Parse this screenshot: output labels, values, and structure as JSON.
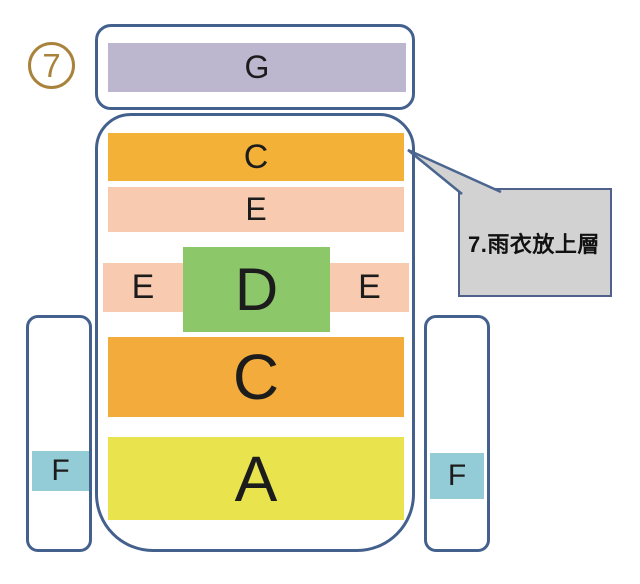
{
  "badge": {
    "number": "7"
  },
  "lid": {
    "label": "G"
  },
  "body": {
    "top_bar": {
      "label": "C"
    },
    "upper_bar": {
      "label": "E"
    },
    "middle_row": {
      "left_label": "E",
      "center_label": "D",
      "right_label": "E"
    },
    "lower_bar": {
      "label": "C"
    },
    "bottom_bar": {
      "label": "A"
    }
  },
  "pockets": {
    "left_label": "F",
    "right_label": "F"
  },
  "callout": {
    "text": "7.雨衣放上層"
  },
  "colors": {
    "outline": "#44618e",
    "badge": "#a9823b",
    "g_bar": "#bcb6ce",
    "c_top_bar": "#f3b138",
    "e_bar": "#f8cbb0",
    "ede_bar": "#f8cbb0",
    "d_box": "#8cc76a",
    "c_lower_bar": "#f3ab3c",
    "a_bar": "#e9e44d",
    "f_box": "#93ccd6",
    "callout_fill": "#d2d2d2",
    "callout_border": "#50628c",
    "letter": "#1c1c1c"
  }
}
